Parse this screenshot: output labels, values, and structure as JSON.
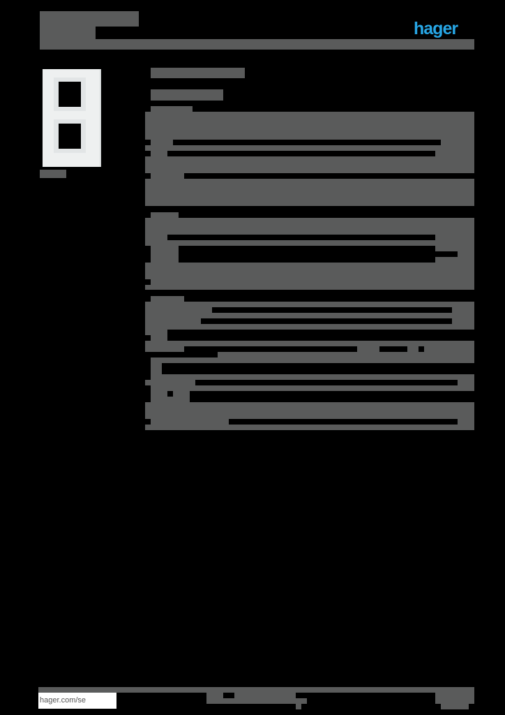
{
  "header": {
    "brand_logo": "hager",
    "brand_color": "#27a6e5"
  },
  "product_image": {
    "description": "double vertical frame, white"
  },
  "footer": {
    "url": "hager.com/se"
  },
  "colors": {
    "redaction_grey": "#5a5b5b",
    "background": "#000000"
  }
}
